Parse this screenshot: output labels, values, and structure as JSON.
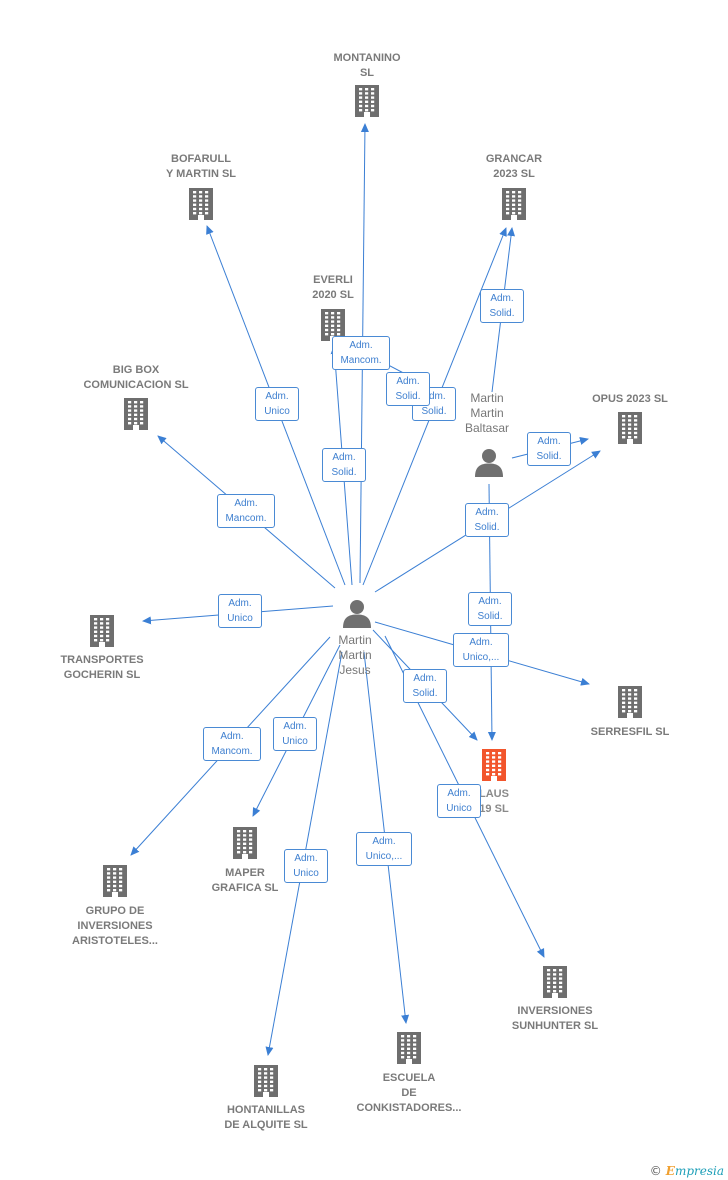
{
  "colors": {
    "edge": "#3b7fd4",
    "company": "#6e6e6e",
    "company_focus": "#f2552c",
    "person": "#707070"
  },
  "companies": [
    {
      "id": "montanino",
      "label": "MONTANINO\nSL",
      "icon": "building-icon"
    },
    {
      "id": "bofarull",
      "label": "BOFARULL\nY MARTIN  SL",
      "icon": "building-icon"
    },
    {
      "id": "grancar",
      "label": "GRANCAR\n2023  SL",
      "icon": "building-icon"
    },
    {
      "id": "everli",
      "label": "EVERLI\n2020  SL",
      "icon": "building-icon"
    },
    {
      "id": "bigbox",
      "label": "BIG BOX\nCOMUNICACION SL",
      "icon": "building-icon"
    },
    {
      "id": "opus",
      "label": "OPUS 2023  SL",
      "icon": "building-icon"
    },
    {
      "id": "transportes",
      "label": "TRANSPORTES\nGOCHERIN SL",
      "icon": "building-icon"
    },
    {
      "id": "serresfil",
      "label": "SERRESFIL SL",
      "icon": "building-icon"
    },
    {
      "id": "laus",
      "label": "LAUS\n19  SL",
      "icon": "building-icon",
      "focus": true
    },
    {
      "id": "grupo",
      "label": "GRUPO DE\nINVERSIONES\nARISTOTELES...",
      "icon": "building-icon"
    },
    {
      "id": "maper",
      "label": "MAPER\nGRAFICA  SL",
      "icon": "building-icon"
    },
    {
      "id": "inversiones",
      "label": "INVERSIONES\nSUNHUNTER SL",
      "icon": "building-icon"
    },
    {
      "id": "hontanillas",
      "label": "HONTANILLAS\nDE ALQUITE SL",
      "icon": "building-icon"
    },
    {
      "id": "escuela",
      "label": "ESCUELA\nDE\nCONKISTADORES...",
      "icon": "building-icon"
    }
  ],
  "persons": [
    {
      "id": "jesus",
      "label": "Martin\nMartin\nJesus",
      "icon": "person-icon"
    },
    {
      "id": "baltasar",
      "label": "Martin\nMartin\nBaltasar",
      "icon": "person-icon"
    }
  ],
  "edges": [
    {
      "from": "jesus",
      "to": "montanino",
      "label": "Adm.\nMancom."
    },
    {
      "from": "jesus",
      "to": "bofarull",
      "label": "Adm.\nUnico"
    },
    {
      "from": "jesus",
      "to": "everli",
      "label": "Adm.\nSolid."
    },
    {
      "from": "jesus",
      "to": "grancar",
      "label": "Adm.\nSolid."
    },
    {
      "from": "jesus",
      "to": "bigbox",
      "label": "Adm.\nMancom."
    },
    {
      "from": "jesus",
      "to": "opus",
      "label": "Adm.\nSolid."
    },
    {
      "from": "jesus",
      "to": "transportes",
      "label": "Adm.\nUnico"
    },
    {
      "from": "jesus",
      "to": "serresfil",
      "label": "Adm.\nUnico,..."
    },
    {
      "from": "jesus",
      "to": "laus",
      "label": "Adm.\nSolid."
    },
    {
      "from": "jesus",
      "to": "grupo",
      "label": "Adm.\nMancom."
    },
    {
      "from": "jesus",
      "to": "maper",
      "label": "Adm.\nUnico"
    },
    {
      "from": "jesus",
      "to": "inversiones",
      "label": "Adm.\nUnico"
    },
    {
      "from": "jesus",
      "to": "hontanillas",
      "label": "Adm.\nUnico"
    },
    {
      "from": "jesus",
      "to": "escuela",
      "label": "Adm.\nUnico,..."
    },
    {
      "from": "baltasar",
      "to": "grancar",
      "label": "Adm.\nSolid."
    },
    {
      "from": "baltasar",
      "to": "everli",
      "label": "Adm.\nSolid."
    },
    {
      "from": "baltasar",
      "to": "opus",
      "label": "Adm.\nSolid."
    },
    {
      "from": "baltasar",
      "to": "laus",
      "label": "Adm.\nSolid."
    }
  ],
  "brand": {
    "copyright": "©",
    "initial": "E",
    "rest": "mpresia"
  }
}
